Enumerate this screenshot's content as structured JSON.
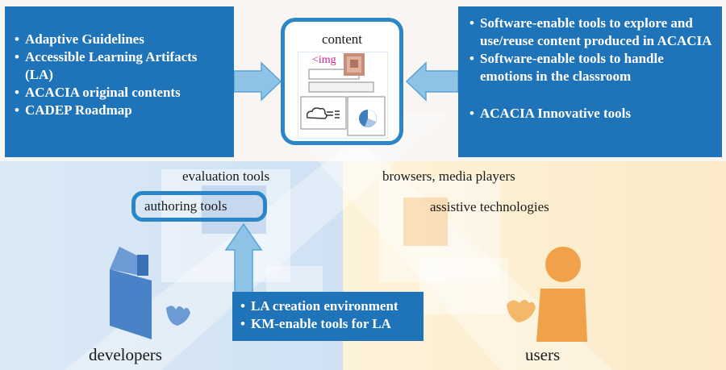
{
  "content": {
    "title": "content",
    "img_tag": "<img"
  },
  "left_box": {
    "items": [
      "Adaptive Guidelines",
      "Accessible Learning Artifacts (LA)",
      "ACACIA original contents",
      "CADEP Roadmap"
    ]
  },
  "right_box": {
    "items": [
      "Software-enable tools to explore and use/reuse content produced in ACACIA",
      "Software-enable tools to handle emotions in the classroom",
      "ACACIA Innovative tools"
    ]
  },
  "bottom_box": {
    "items": [
      "LA creation environment",
      "KM-enable tools for LA"
    ]
  },
  "labels": {
    "evaluation_tools": "evaluation tools",
    "authoring_tools": "authoring tools",
    "browsers_media_players": "browsers, media players",
    "assistive_technologies": "assistive technologies",
    "developers": "developers",
    "users": "users"
  },
  "colors": {
    "box_blue": "#1f73b9",
    "frame_blue": "#2b86c8",
    "arrow_blue": "#8ec3e6",
    "developer_blue": "#4a82c8",
    "user_orange": "#f0a24a",
    "img_tag_magenta": "#d0208f"
  },
  "icons": [
    "developer-icon",
    "user-icon",
    "photo-icon",
    "pie-chart-icon",
    "cloud-icon"
  ]
}
